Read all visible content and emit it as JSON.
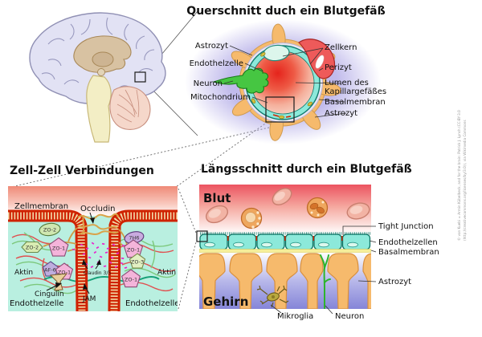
{
  "attribution": {
    "line1": "© von Kuebi = Armin Kübelbeck, and for the brain: Patrick J. Lynch (CC-BY-3.0",
    "line2": "(http://creativecommons.org/licenses/by/3.0)), via Wikimedia Commons"
  },
  "querschnitt": {
    "title": "Querschnitt duch ein Blutgefäß",
    "labels": {
      "astrozyt_top": "Astrozyt",
      "endothelzelle": "Endothelzelle",
      "neuron": "Neuron",
      "mitochondrium": "Mitochondrium",
      "zellkern": "Zellkern",
      "perizyt": "Perizyt",
      "lumen_line1": "Lumen des",
      "lumen_line2": "Kapillargefäßes",
      "basalmembran": "Basalmembran",
      "astrozyt_bottom": "Astrozyt"
    }
  },
  "zellzell": {
    "title": "Zell-Zell Verbindungen",
    "labels": {
      "zellmembran": "Zellmembran",
      "occludin": "Occludin",
      "aktin_left": "Aktin",
      "aktin_right": "Aktin",
      "cingulin": "Cingulin",
      "claudin": "Claudin 3/5",
      "jam": "JAM",
      "endothelzelle_left": "Endothelzelle",
      "endothelzelle_right": "Endothelzelle"
    },
    "proteins": {
      "zo2_ellipse": "ZO-2",
      "zo1_a": "ZO-1",
      "zo2_hex": "ZO-2",
      "af6": "AF-6",
      "zo1_b": "ZO-1",
      "h7h6": "7H6",
      "zo1_c": "ZO-1",
      "zo3": "ZO-3",
      "zo1_d": "ZO-1"
    }
  },
  "laengsschnitt": {
    "title": "Längsschnitt durch ein Blutgefäß",
    "labels": {
      "blut": "Blut",
      "gehirn": "Gehirn",
      "tight_junction": "Tight Junction",
      "endothelzellen": "Endothelzellen",
      "basalmembran": "Basalmembran",
      "astrozyt": "Astrozyt",
      "mikroglia": "Mikroglia",
      "neuron": "Neuron"
    }
  },
  "colors": {
    "endothel_teal": "#8ce9da",
    "teal_outline": "#0f7a6d",
    "astrocyte_orange": "#f6ba6c",
    "lumen_red": "#e5241c",
    "pericyte_red": "#ee5a5a",
    "neuron_green": "#46c642",
    "membrane_red": "#cf2200",
    "claudin_magenta": "#e822cc",
    "zo1_pink": "#f4b4da",
    "zo2_green": "#d8ecb2",
    "af6_purple": "#bfadde",
    "blood_red": "#ec5360",
    "brain_purple": "#8585d8",
    "basal_yellow": "#f5ef9a",
    "glow_purple": "#b0a8e6"
  }
}
